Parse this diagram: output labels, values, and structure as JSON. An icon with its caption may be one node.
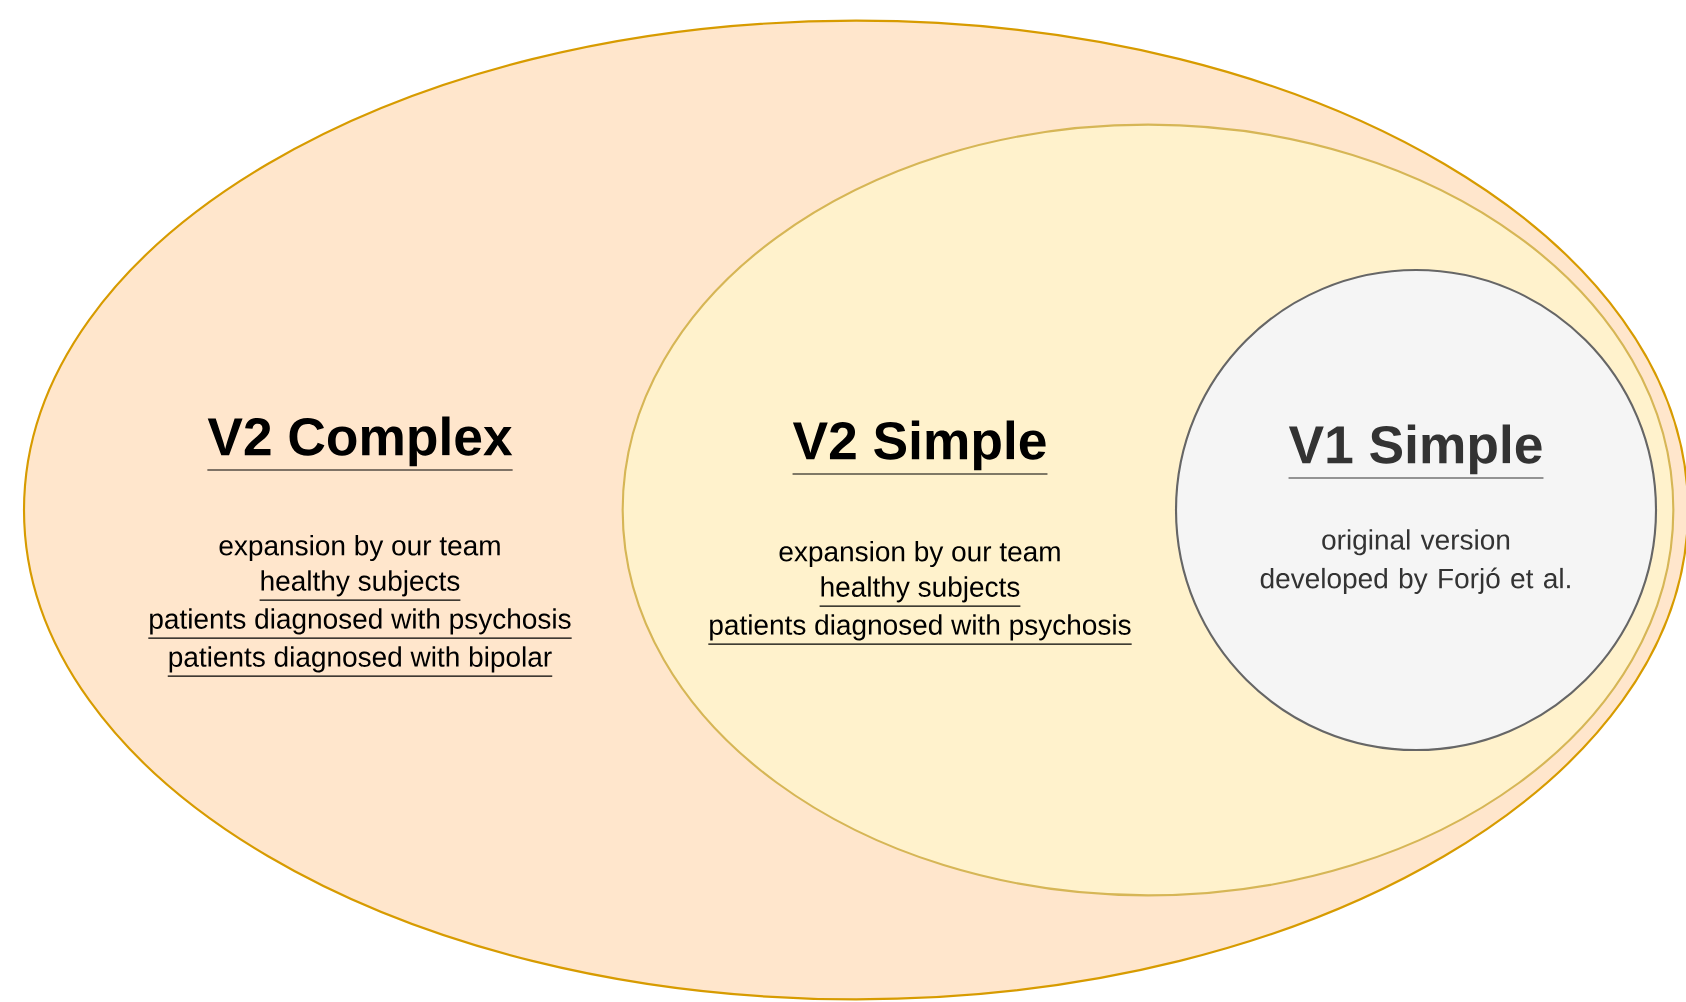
{
  "diagram": {
    "nodes": [
      {
        "text": [
          "V2 Complex",
          "expansion by our team",
          "healthy subjects",
          "patients diagnosed with psychosis",
          "patients diagnosed with bipolar"
        ]
      },
      {
        "text": [
          "V2 Simple",
          "expansion by our team",
          "healthy subjects",
          "patients diagnosed with psychosis"
        ],
        "in": 0
      },
      {
        "text": [
          "V1 Simple",
          "original version developed by Forjó et al."
        ],
        "in": 1
      }
    ],
    "edges": []
  }
}
